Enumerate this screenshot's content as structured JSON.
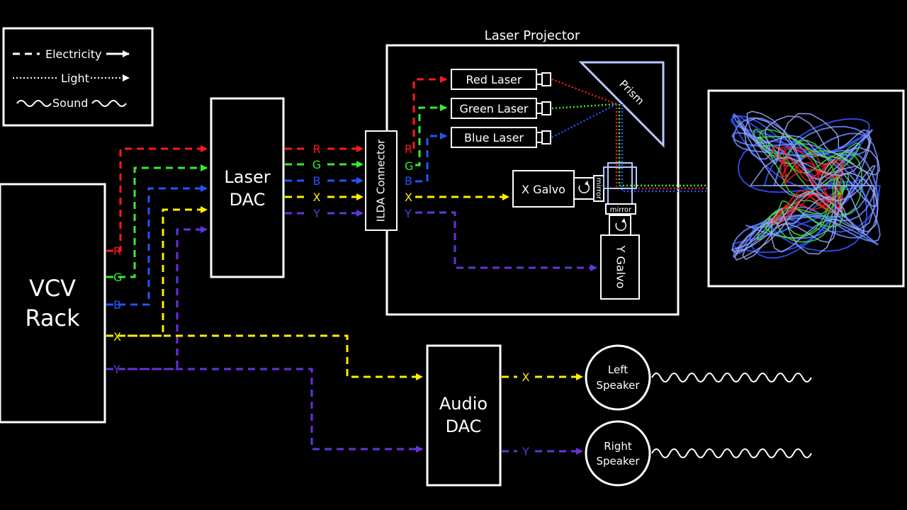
{
  "colors": {
    "background": "#000000",
    "stroke": "#ffffff",
    "red": "#ff1a1a",
    "green": "#33ee33",
    "blue": "#2255ff",
    "yellow": "#ffee00",
    "purple": "#6633dd"
  },
  "legend": {
    "electricity": "Electricity",
    "light": "Light",
    "sound": "Sound"
  },
  "vcv_rack": {
    "line1": "VCV",
    "line2": "Rack"
  },
  "laser_dac": {
    "line1": "Laser",
    "line2": "DAC"
  },
  "ilda_connector": "ILDA Connector",
  "projector": {
    "title": "Laser Projector",
    "red_laser": "Red Laser",
    "green_laser": "Green Laser",
    "blue_laser": "Blue Laser",
    "prism": "Prism",
    "x_galvo": "X Galvo",
    "y_galvo": "Y Galvo",
    "mirror": "mirror"
  },
  "audio_dac": {
    "line1": "Audio",
    "line2": "DAC"
  },
  "left_speaker": {
    "line1": "Left",
    "line2": "Speaker"
  },
  "right_speaker": {
    "line1": "Right",
    "line2": "Speaker"
  },
  "channels": {
    "r": "R",
    "g": "G",
    "b": "B",
    "x": "X",
    "y": "Y"
  },
  "icons": {
    "arrow": "arrow-right-icon",
    "rotate": "rotate-icon",
    "sound_wave": "sound-wave-icon",
    "projection": "laser-projection-pattern"
  }
}
